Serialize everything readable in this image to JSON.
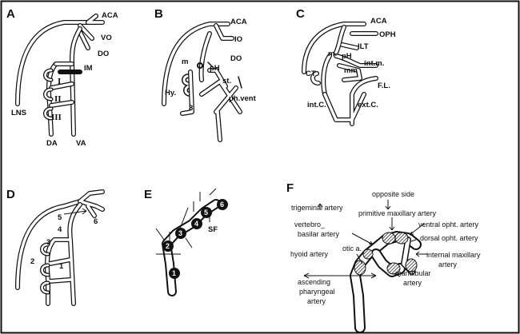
{
  "panels": {
    "A": {
      "letter": "A",
      "labels": [
        "ACA",
        "VO",
        "DO",
        "IM",
        "I",
        "II",
        "III",
        "LNS",
        "DA",
        "VA"
      ]
    },
    "B": {
      "letter": "B",
      "labels": [
        "ACA",
        "IO",
        "DO",
        "m",
        "pH",
        "st.",
        "Hy.",
        "3",
        "ph.vent"
      ]
    },
    "C": {
      "letter": "C",
      "labels": [
        "ACA",
        "OPH",
        "ILT",
        "m.",
        "pH",
        "int.m.",
        "mm",
        "CT",
        "F.L.",
        "int.C.",
        "ext.C."
      ]
    },
    "D": {
      "letter": "D",
      "labels": [
        "5",
        "6",
        "4",
        "3",
        "2",
        "1"
      ]
    },
    "E": {
      "letter": "E",
      "labels": [
        "1",
        "2",
        "3",
        "4",
        "5",
        "6",
        "SF"
      ]
    },
    "F": {
      "letter": "F",
      "labels": [
        "opposite side",
        "trigeminal artery",
        "primitive maxillary artery",
        "vertebro_",
        "basilar artery",
        "ventral opht. artery",
        "dorsal opht. artery",
        "otic a.",
        "hyoid artery",
        "internal maxillary",
        "artery",
        "mandibular",
        "artery",
        "ascending",
        "pharyngeal",
        "artery"
      ]
    }
  }
}
